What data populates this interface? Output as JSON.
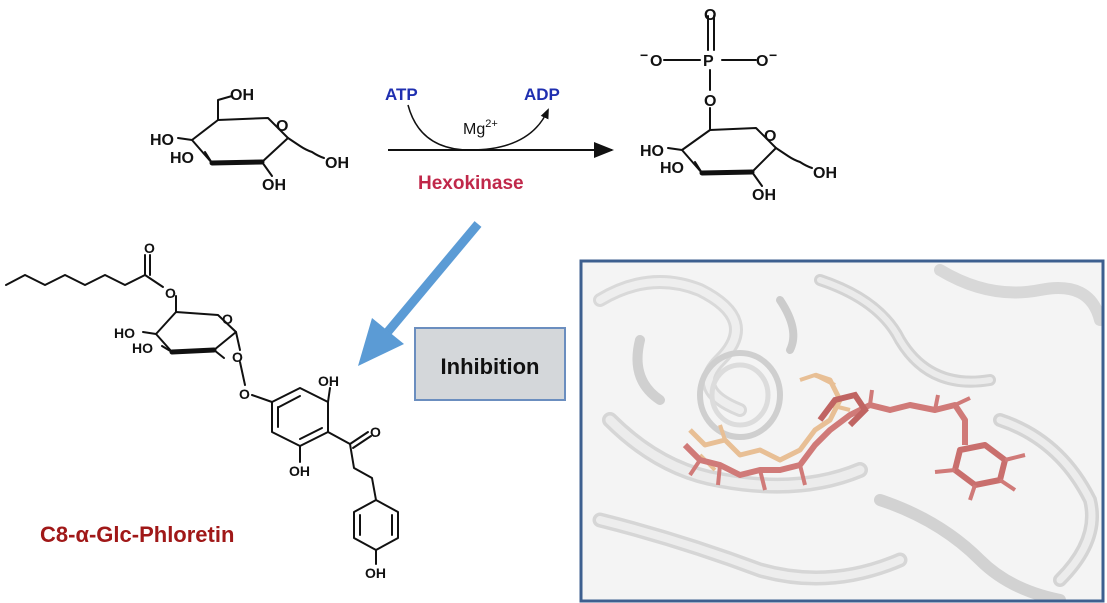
{
  "reaction": {
    "cofactor_in": "ATP",
    "cofactor_out": "ADP",
    "metal": "Mg",
    "metal_charge": "2+",
    "enzyme": "Hexokinase"
  },
  "substrate_labels": {
    "oh_top": "OH",
    "ho_left": "HO",
    "ho_lower": "HO",
    "oh_bottom": "OH",
    "oh_anomeric": "OH",
    "ring_o": "O"
  },
  "product_labels": {
    "phosphate_o_top": "O",
    "phosphate_o_left": "O",
    "phosphate_o_right": "O",
    "phosphate_p": "P",
    "phosphate_o_bridge": "O",
    "minus": "−",
    "ho_left": "HO",
    "ho_lower": "HO",
    "oh_bottom": "OH",
    "oh_anomeric": "OH",
    "ring_o": "O"
  },
  "inhibitor_labels": {
    "ester_o_double": "O",
    "ester_o": "O",
    "ho_left": "HO",
    "ho_lower": "HO",
    "ring_o": "O",
    "anomeric_o1": "O",
    "anomeric_o2": "O",
    "oh_phenol_top": "OH",
    "oh_phenol_bottom": "OH",
    "ketone_o": "O",
    "oh_para": "OH"
  },
  "compound_name": "C8-α-Glc-Phloretin",
  "inhibition_label": "Inhibition",
  "colors": {
    "cofactor": "#1f2fb0",
    "enzyme": "#c0284a",
    "compound": "#a01818",
    "arrow_blue": "#5b9bd5",
    "inhibition_box_fill": "#d4d7da",
    "inhibition_box_border": "#6b8ebf",
    "panel_border": "#3d5f8f",
    "ligand_pink": "#d07a78",
    "ligand_beige": "#e8bf95"
  }
}
